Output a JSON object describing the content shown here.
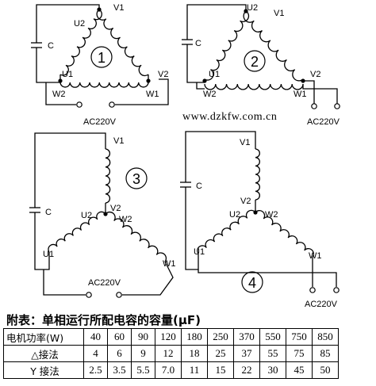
{
  "watermark": "www.dzkfw.com.cn",
  "diagrams": [
    {
      "number": "1",
      "labels": {
        "v1": "V1",
        "u2": "U2",
        "c": "C",
        "u1": "U1",
        "v2": "V2",
        "w2": "W2",
        "w1": "W1",
        "supply": "AC220V"
      }
    },
    {
      "number": "2",
      "labels": {
        "u2": "U2",
        "v1": "V1",
        "c": "C",
        "u1": "U1",
        "v2": "V2",
        "w2": "W2",
        "w1": "W1",
        "supply": "AC220V"
      }
    },
    {
      "number": "3",
      "labels": {
        "v1": "V1",
        "c": "C",
        "u2": "U2",
        "v2": "V2",
        "w2": "W2",
        "u1": "U1",
        "w1": "W1",
        "supply": "AC220V"
      }
    },
    {
      "number": "4",
      "labels": {
        "v1": "V1",
        "c": "C",
        "v2": "V2",
        "u2": "U2",
        "w2": "W2",
        "u1": "U1",
        "w1": "W1",
        "supply": "AC220V"
      }
    }
  ],
  "table": {
    "caption_prefix": "附表",
    "caption_text": "：单相运行所配电容的容量(μF)",
    "header_label": "电机功率(W)",
    "power": [
      "40",
      "60",
      "90",
      "120",
      "180",
      "250",
      "370",
      "550",
      "750",
      "850"
    ],
    "delta_label": "△接法",
    "delta": [
      "4",
      "6",
      "9",
      "12",
      "18",
      "25",
      "37",
      "55",
      "75",
      "85"
    ],
    "y_label": "Y 接法",
    "y": [
      "2.5",
      "3.5",
      "5.5",
      "7.0",
      "11",
      "15",
      "22",
      "30",
      "45",
      "50"
    ]
  }
}
